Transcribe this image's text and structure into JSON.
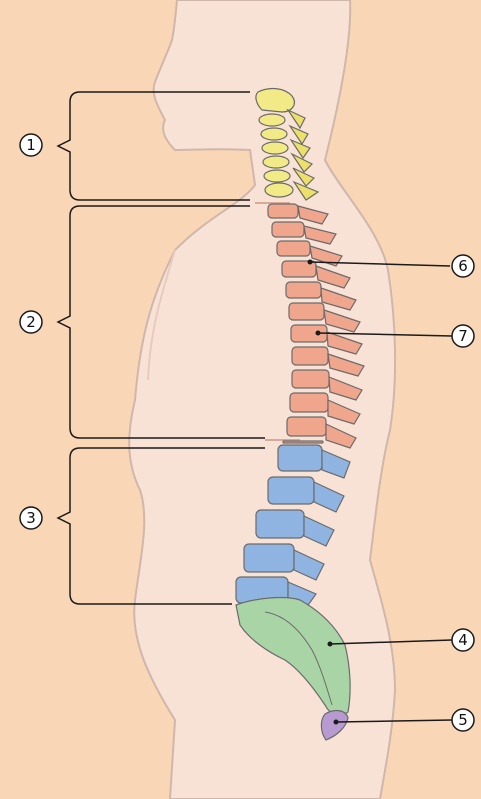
{
  "colors": {
    "background": "#f9d7b6",
    "body": "#f8e2d6",
    "body_outline": "#cfb7ab",
    "cervical": "#f2ea86",
    "thoracic": "#f0a58d",
    "lumbar": "#8fb4e2",
    "sacrum": "#a9d5a6",
    "coccyx": "#b79ad0",
    "bone_outline": "#6b6b6b",
    "leader_line": "#1a1a1a"
  },
  "callouts": [
    {
      "id": "1",
      "text": "1"
    },
    {
      "id": "2",
      "text": "2"
    },
    {
      "id": "3",
      "text": "3"
    },
    {
      "id": "4",
      "text": "4"
    },
    {
      "id": "5",
      "text": "5"
    },
    {
      "id": "6",
      "text": "6"
    },
    {
      "id": "7",
      "text": "7"
    }
  ]
}
